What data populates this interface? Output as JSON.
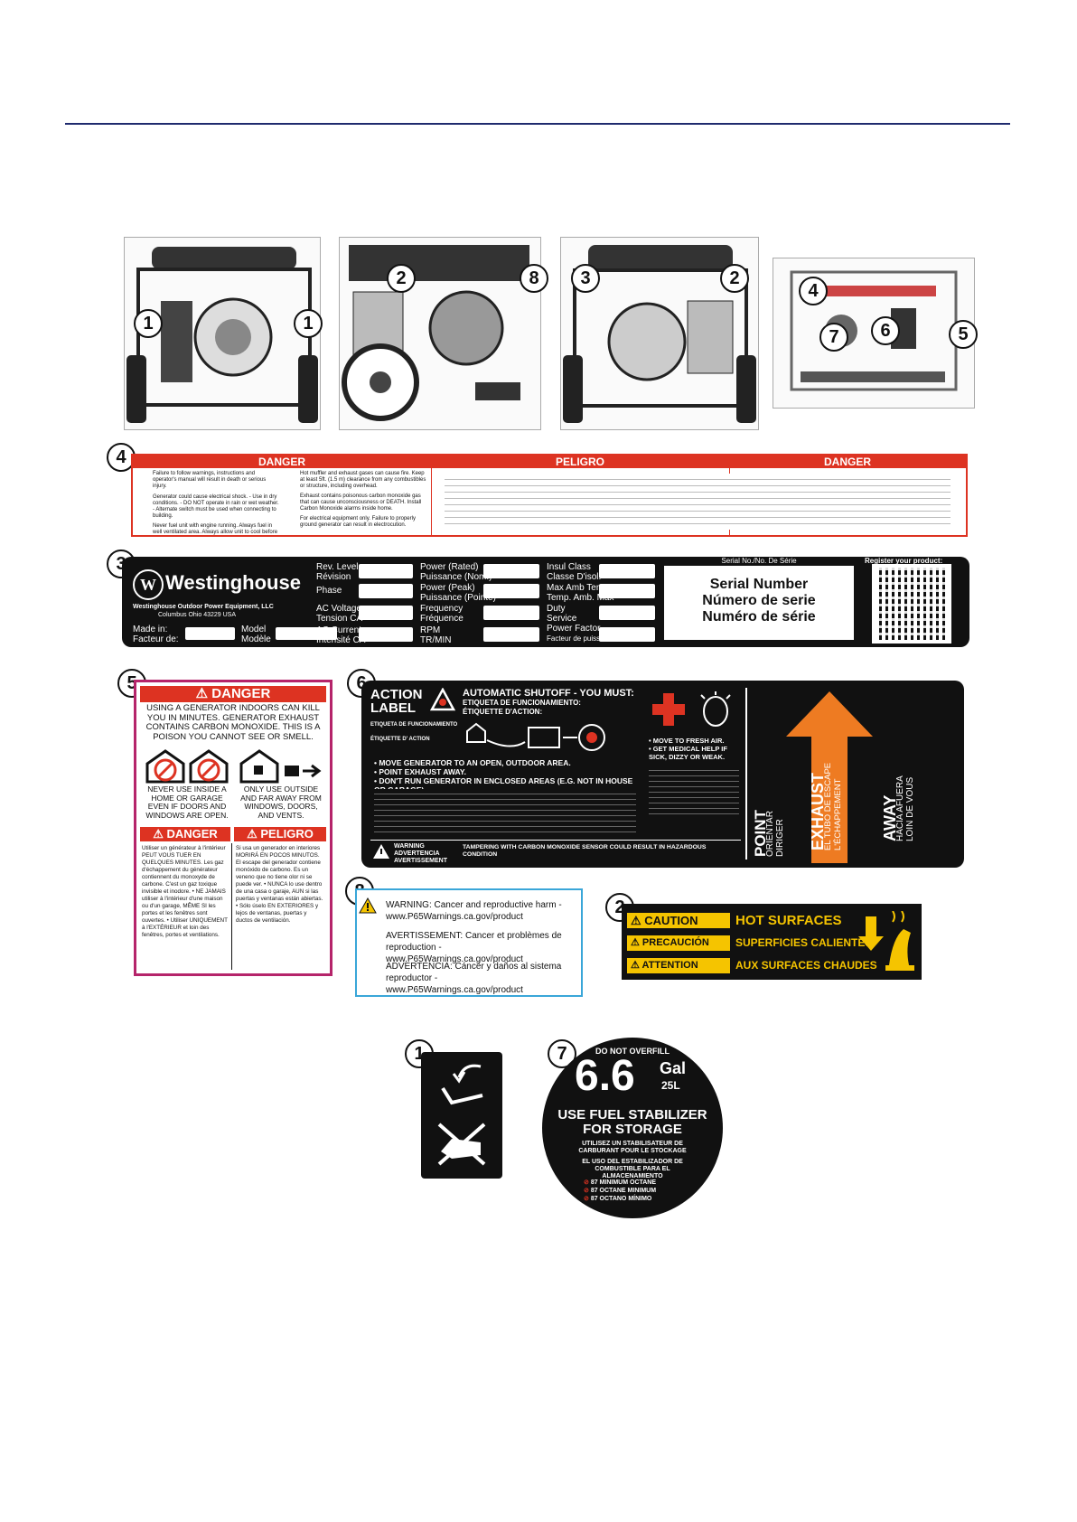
{
  "callouts": {
    "c1": "1",
    "c2": "2",
    "c3": "3",
    "c4": "4",
    "c5": "5",
    "c6": "6",
    "c7": "7",
    "c8": "8"
  },
  "label4": {
    "danger": "DANGER",
    "peligro": "PELIGRO",
    "danger_fr": "DANGER",
    "en_lines": [
      "Failure to follow warnings, instructions and operator's manual will result in death or serious injury.",
      "Hot muffler and exhaust gases can cause fire. Keep at least 5ft. (1.5 m) clearance from any combustibles or structure, including overhead.",
      "Generator could cause electrical shock. - Use in dry conditions. - DO NOT operate in rain or wet weather. - Alternate switch must be used when connecting to building.",
      "Exhaust contains poisonous carbon monoxide gas that can cause unconsciousness or DEATH. Install Carbon Monoxide alarms inside home.",
      "Never fuel unit with engine running. Always fuel in well ventilated area. Always allow unit to cool before fueling.",
      "For electrical equipment only. Failure to properly ground generator can result in electrocution."
    ]
  },
  "label3": {
    "brand": "Westinghouse",
    "company": "Westinghouse Outdoor Power Equipment, LLC",
    "address": "Columbus Ohio 43229 USA",
    "made_in": "Made in:",
    "made_in_fr": "Facteur de:",
    "model": "Model",
    "model_fr": "Modèle",
    "col1": [
      [
        "Rev. Level",
        "Révision"
      ],
      [
        "Phase",
        ""
      ],
      [
        "AC Voltage",
        "Tension CA"
      ],
      [
        "AC Current",
        "Intensité CA"
      ]
    ],
    "col2": [
      [
        "Power (Rated)",
        "Puissance (Nom.)"
      ],
      [
        "Power (Peak)",
        "Puissance (Pointe)"
      ],
      [
        "Frequency",
        "Fréquence"
      ],
      [
        "RPM",
        "TR/MIN"
      ]
    ],
    "col3": [
      [
        "Insul Class",
        "Classe D'isol."
      ],
      [
        "Max Amb Temp",
        "Temp. Amb. Max"
      ],
      [
        "Duty",
        "Service"
      ],
      [
        "Power Factor",
        "Facteur de puissance"
      ]
    ],
    "serial_header": "Serial No./No. De Série",
    "serial_lines": [
      "Serial Number",
      "Número de serie",
      "Numéro de série"
    ],
    "register": "Register your product:"
  },
  "label5": {
    "title": "DANGER",
    "lead": "USING A GENERATOR INDOORS CAN KILL YOU IN MINUTES. GENERATOR EXHAUST CONTAINS CARBON MONOXIDE. THIS IS A POISON YOU CANNOT SEE OR SMELL.",
    "never": "NEVER USE INSIDE A HOME OR GARAGE EVEN IF DOORS AND WINDOWS ARE OPEN.",
    "only": "ONLY USE OUTSIDE AND FAR AWAY FROM WINDOWS, DOORS, AND VENTS.",
    "fr_title": "DANGER",
    "es_title": "PELIGRO",
    "fr_text": "Utiliser un générateur à l'intérieur PEUT VOUS TUER EN QUELQUES MINUTES. Les gaz d'échappement du générateur contiennent du monoxyde de carbone. C'est un gaz toxique invisible et inodore. • NE JAMAIS utiliser à l'intérieur d'une maison ou d'un garage, MÊME SI les portes et les fenêtres sont ouvertes. • Utiliser UNIQUEMENT à l'EXTÉRIEUR et loin des fenêtres, portes et ventilations.",
    "es_text": "Si usa un generador en interiores MORIRÁ EN POCOS MINUTOS. El escape del generador contiene monóxido de carbono. Es un veneno que no tiene olor ni se puede ver. • NUNCA lo use dentro de una casa o garaje, AUN si las puertas y ventanas están abiertas. • Sólo úselo EN EXTERIORES y lejos de ventanas, puertas y ductos de ventilación."
  },
  "label6": {
    "action": "ACTION LABEL",
    "action_es": "ETIQUETA DE FUNCIONAMIENTO",
    "action_fr": "ÉTIQUETTE D' ACTION",
    "shutoff": "AUTOMATIC SHUTOFF - YOU MUST:",
    "shutoff_es": "ETIQUETA DE FUNCIONAMIENTO:",
    "shutoff_fr": "ÉTIQUETTE D'ACTION:",
    "steps": [
      "• MOVE GENERATOR TO AN OPEN, OUTDOOR AREA.",
      "• POINT EXHAUST AWAY.",
      "• DON'T RUN GENERATOR IN ENCLOSED AREAS (E.G. NOT IN HOUSE OR GARAGE)."
    ],
    "med": [
      "• MOVE TO FRESH AIR.",
      "• GET MEDICAL HELP IF SICK, DIZZY OR WEAK."
    ],
    "warning": "WARNING",
    "advertencia": "ADVERTENCIA",
    "avertissement": "AVERTISSEMENT",
    "tamper": "TAMPERING WITH CARBON MONOXIDE SENSOR COULD RESULT IN HAZARDOUS CONDITION",
    "point": "POINT",
    "point_es": "ORIENTAR",
    "point_fr": "DIRIGER",
    "exhaust": "EXHAUST",
    "exhaust_es": "EL TUBO DE ESCAPE",
    "exhaust_fr": "L'ÉCHAPPEMENT",
    "away": "AWAY",
    "away_es": "HACIA AFUERA",
    "away_fr": "LOIN DE VOUS"
  },
  "label8": {
    "l1": "WARNING: Cancer and reproductive harm - www.P65Warnings.ca.gov/product",
    "l2": "AVERTISSEMENT: Cancer et problèmes de reproduction - www.P65Warnings.ca.gov/product",
    "l3": "ADVERTENCIA: Cáncer y daños al sistema reproductor - www.P65Warnings.ca.gov/product"
  },
  "label2": {
    "caution": "CAUTION",
    "caution_txt": "HOT SURFACES",
    "precaucion": "PRECAUCIÓN",
    "precaucion_txt": "SUPERFICIES CALIENTES",
    "attention": "ATTENTION",
    "attention_txt": "AUX SURFACES CHAUDES"
  },
  "label7": {
    "top": "DO NOT OVERFILL",
    "big": "6.6",
    "gal": "Gal",
    "liters": "25L",
    "use1": "USE FUEL STABILIZER",
    "use2": "FOR STORAGE",
    "fr": "UTILISEZ UN STABILISATEUR DE CARBURANT POUR LE STOCKAGE",
    "es": "EL USO DEL ESTABILIZADOR DE COMBUSTIBLE PARA EL ALMACENAMIENTO",
    "oct": [
      "87 MINIMUM OCTANE",
      "87 OCTANE MINIMUM",
      "87 OCTANO MÍNIMO"
    ]
  }
}
